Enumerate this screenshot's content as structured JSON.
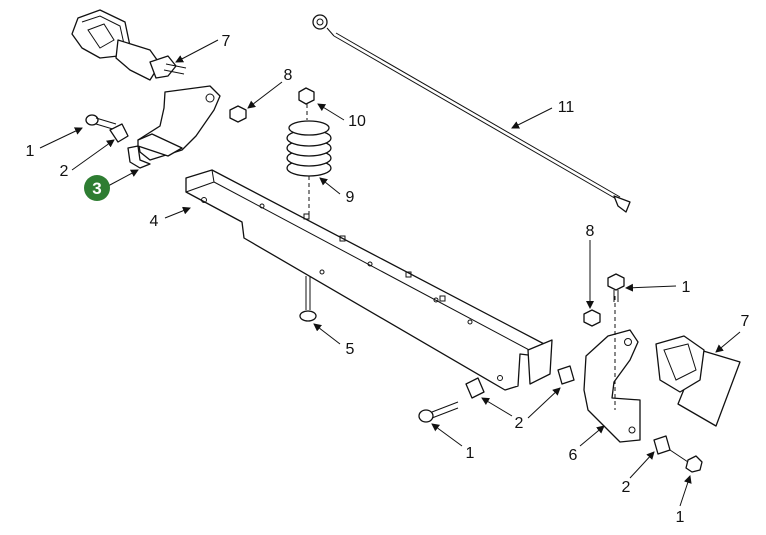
{
  "diagram": {
    "badge": {
      "text": "3",
      "color": "#2e7d32"
    },
    "callouts": {
      "c1a": "1",
      "c2a": "2",
      "c4": "4",
      "c7a": "7",
      "c8a": "8",
      "c10": "10",
      "c9": "9",
      "c11": "11",
      "c5": "5",
      "c8b": "8",
      "c1b": "1",
      "c7b": "7",
      "c2b": "2",
      "c1c": "1",
      "c6": "6",
      "c2c": "2",
      "c1d": "1"
    }
  }
}
